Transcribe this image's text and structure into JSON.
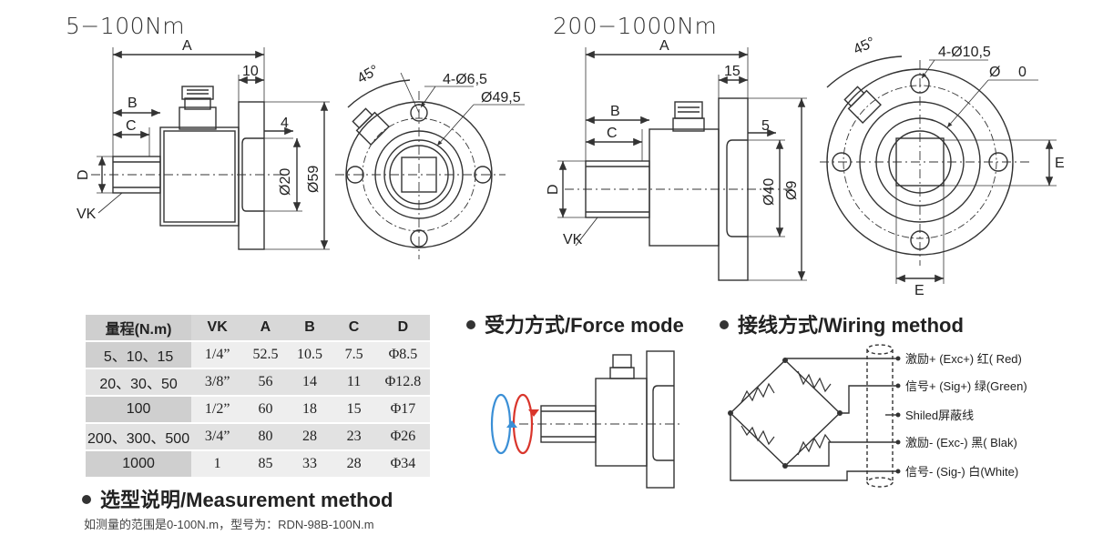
{
  "titles": {
    "small": "5−100Nm",
    "large": "200−1000Nm"
  },
  "small_dims": {
    "A": "A",
    "ten": "10",
    "B": "B",
    "C": "C",
    "four": "4",
    "D": "D",
    "VK": "VK",
    "d20": "Ø20",
    "d59": "Ø59",
    "angle": "45°",
    "holes": "4-Ø6,5",
    "pcd": "Ø49,5"
  },
  "large_dims": {
    "A": "A",
    "fifteen": "15",
    "B": "B",
    "C": "C",
    "five": "5",
    "D": "D",
    "VK": "VK",
    "d40": "Ø40",
    "d9": "Ø9",
    "angle": "45°",
    "holes": "4-Ø10,5",
    "phi": "Ø",
    "zero": "0",
    "E_right": "E",
    "E_bottom": "E"
  },
  "spec_table": {
    "headers": [
      "量程(N.m)",
      "VK",
      "A",
      "B",
      "C",
      "D"
    ],
    "rows": [
      [
        "5、10、15",
        "1/4”",
        "52.5",
        "10.5",
        "7.5",
        "Φ8.5"
      ],
      [
        "20、30、50",
        "3/8”",
        "56",
        "14",
        "11",
        "Φ12.8"
      ],
      [
        "100",
        "1/2”",
        "60",
        "18",
        "15",
        "Φ17"
      ],
      [
        "200、300、500",
        "3/4”",
        "80",
        "28",
        "23",
        "Φ26"
      ],
      [
        "1000",
        "1",
        "85",
        "33",
        "28",
        "Φ34"
      ]
    ]
  },
  "sections": {
    "force_mode": "受力方式/Force mode",
    "wiring_method": "接线方式/Wiring method",
    "measurement_method": "选型说明/Measurement method"
  },
  "measurement_note": "如测量的范围是0-100N.m，型号为：RDN-98B-100N.m",
  "wiring": {
    "exc_plus": "激励+ (Exc+)  红( Red)",
    "sig_plus": "信号+ (Sig+)  绿(Green)",
    "shield": "Shiled屏蔽线",
    "exc_minus": "激励-  (Exc-)  黑( Blak)",
    "sig_minus": "信号-  (Sig-)  白(White)"
  },
  "colors": {
    "line": "#333333",
    "rot_blue": "#3a8fd6",
    "rot_red": "#d9352b"
  }
}
